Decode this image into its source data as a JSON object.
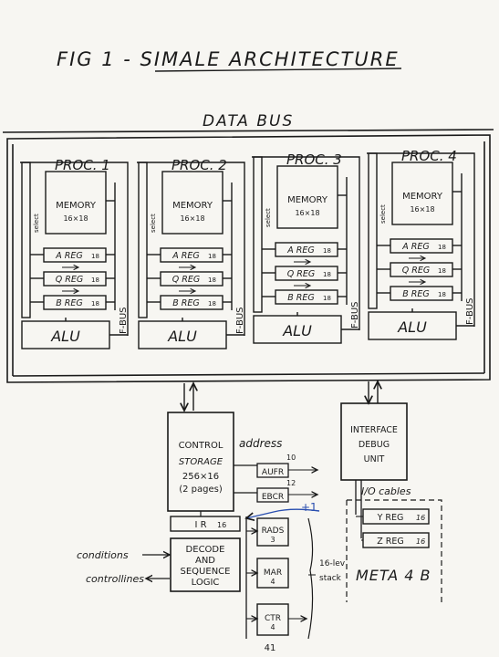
{
  "figure": {
    "title": "FIG 1  -  SIMALE ARCHITECTURE",
    "data_bus_label": "DATA BUS",
    "page_number": "41"
  },
  "processors": [
    {
      "title": "PROC. 1",
      "memory": "MEMORY",
      "memory_size": "16×18",
      "select": "select",
      "a_reg": "A REG",
      "a_bits": "18",
      "q_reg": "Q REG",
      "q_bits": "18",
      "b_reg": "B REG",
      "b_bits": "18",
      "alu": "ALU",
      "fbus": "F-BUS"
    },
    {
      "title": "PROC. 2",
      "memory": "MEMORY",
      "memory_size": "16×18",
      "select": "select",
      "a_reg": "A REG",
      "a_bits": "18",
      "q_reg": "Q REG",
      "q_bits": "18",
      "b_reg": "B REG",
      "b_bits": "18",
      "alu": "ALU",
      "fbus": "F-BUS"
    },
    {
      "title": "PROC. 3",
      "memory": "MEMORY",
      "memory_size": "16×18",
      "select": "select",
      "a_reg": "A REG",
      "a_bits": "18",
      "q_reg": "Q REG",
      "q_bits": "18",
      "b_reg": "B REG",
      "b_bits": "18",
      "alu": "ALU",
      "fbus": "F-BUS"
    },
    {
      "title": "PROC. 4",
      "memory": "MEMORY",
      "memory_size": "16×18",
      "select": "select",
      "a_reg": "A REG",
      "a_bits": "18",
      "q_reg": "Q REG",
      "q_bits": "18",
      "b_reg": "B REG",
      "b_bits": "18",
      "alu": "ALU",
      "fbus": "F-BUS"
    }
  ],
  "control": {
    "storage_line1": "CONTROL",
    "storage_line2": "STORAGE",
    "storage_line3": "256×16",
    "storage_line4": "(2 pages)",
    "address_label": "address",
    "aufr": "AUFR",
    "aufr_bits": "10",
    "ebcr": "EBCR",
    "ebcr_bits": "12",
    "plus_one": "+1",
    "ir": "I R",
    "ir_bits": "16",
    "rads": "RADS",
    "rads_val": "3",
    "mar": "MAR",
    "mar_val": "4",
    "ctr": "CTR",
    "ctr_val": "4",
    "stack_line1": "16-lev",
    "stack_line2": "stack",
    "decode_line1": "DECODE",
    "decode_line2": "AND",
    "decode_line3": "SEQUENCE",
    "decode_line4": "LOGIC",
    "conditions": "conditions",
    "control_lines": "controllines"
  },
  "interface": {
    "line1": "INTERFACE",
    "line2": "DEBUG",
    "line3": "UNIT",
    "io_cables": "I/O cables",
    "y_reg": "Y REG",
    "y_bits": "16",
    "z_reg": "Z REG",
    "z_bits": "16",
    "meta_label": "META 4 B"
  },
  "colors": {
    "ink": "#1a1a1a",
    "paper": "#f7f6f2",
    "blue_annotation": "#2a4fb0"
  }
}
